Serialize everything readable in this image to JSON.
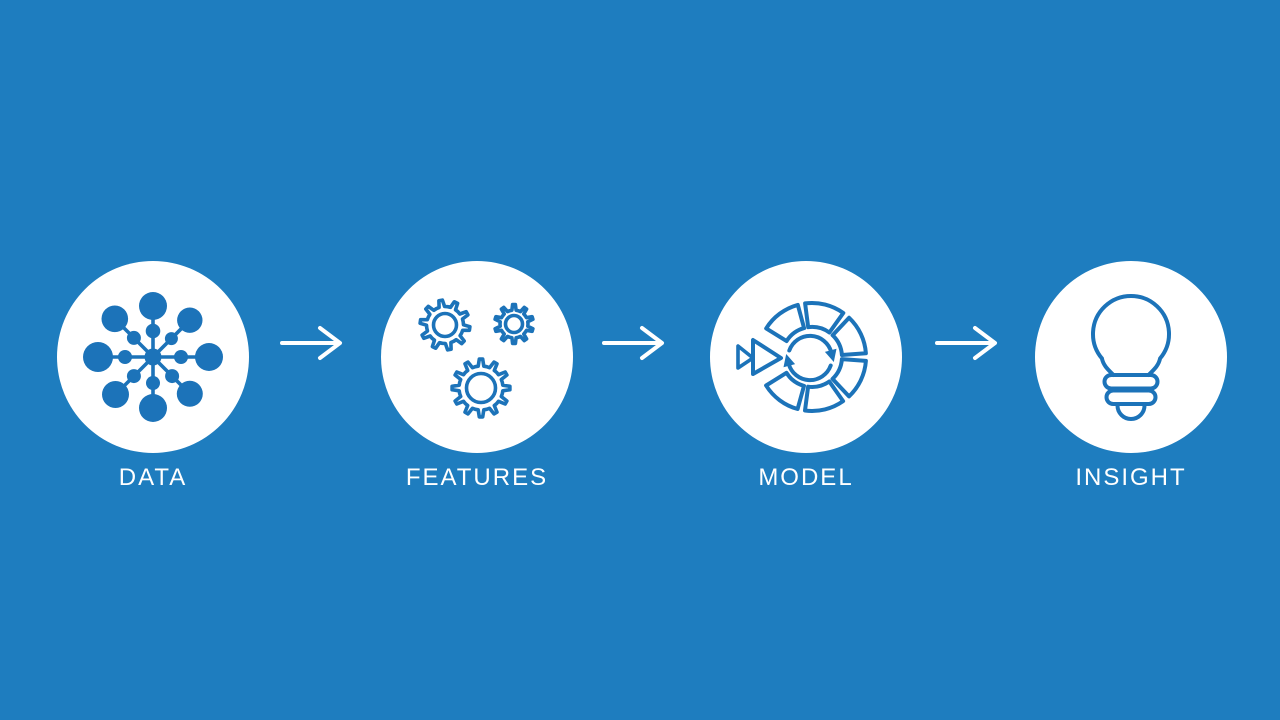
{
  "canvas": {
    "background_color": "#1e7dbf",
    "accent_color": "#1c73b9",
    "circle_color": "#ffffff",
    "text_color": "#ffffff",
    "arrow_color": "#ffffff"
  },
  "diagram": {
    "steps": [
      {
        "id": "data",
        "label": "DATA",
        "icon": "data-network-icon"
      },
      {
        "id": "features",
        "label": "FEATURES",
        "icon": "gears-icon"
      },
      {
        "id": "model",
        "label": "MODEL",
        "icon": "model-cycle-icon"
      },
      {
        "id": "insight",
        "label": "INSIGHT",
        "icon": "lightbulb-icon"
      }
    ],
    "connector": "right-arrow"
  }
}
